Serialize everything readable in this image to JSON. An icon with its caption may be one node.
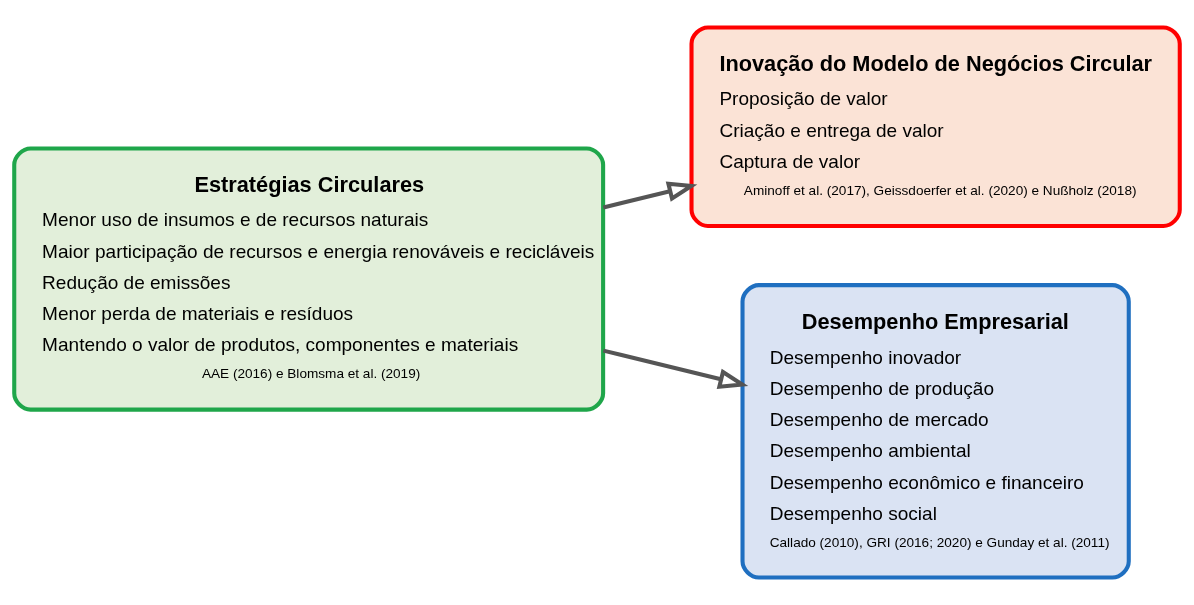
{
  "diagram": {
    "nodes": [
      {
        "text": [
          "Estratégias Circulares",
          "Menor uso de insumos e de recursos naturais",
          "Maior participação de recursos e energia renováveis e recicláveis",
          "Redução de emissões",
          "Menor perda de materiais e resíduos",
          "Mantendo o valor de produtos, componentes e materiais",
          "AAE (2016) e Blomsma et al. (2019)"
        ]
      },
      {
        "text": [
          "Inovação do Modelo de Negócios Circular",
          "Proposição de valor",
          "Criação e entrega de valor",
          "Captura de valor",
          "Aminoff et al. (2017), Geissdoerfer et al. (2020) e Nußholz (2018)"
        ]
      },
      {
        "text": [
          "Desempenho Empresarial",
          "Desempenho inovador",
          "Desempenho de produção",
          "Desempenho de mercado",
          "Desempenho ambiental",
          "Desempenho econômico e financeiro",
          "Desempenho social",
          "Callado (2010), GRI (2016; 2020) e Gunday et al. (2011)"
        ]
      }
    ],
    "edges": [
      {
        "from": 0,
        "to": 1,
        "arrow": "to"
      },
      {
        "from": 0,
        "to": 2,
        "arrow": "to"
      }
    ]
  }
}
